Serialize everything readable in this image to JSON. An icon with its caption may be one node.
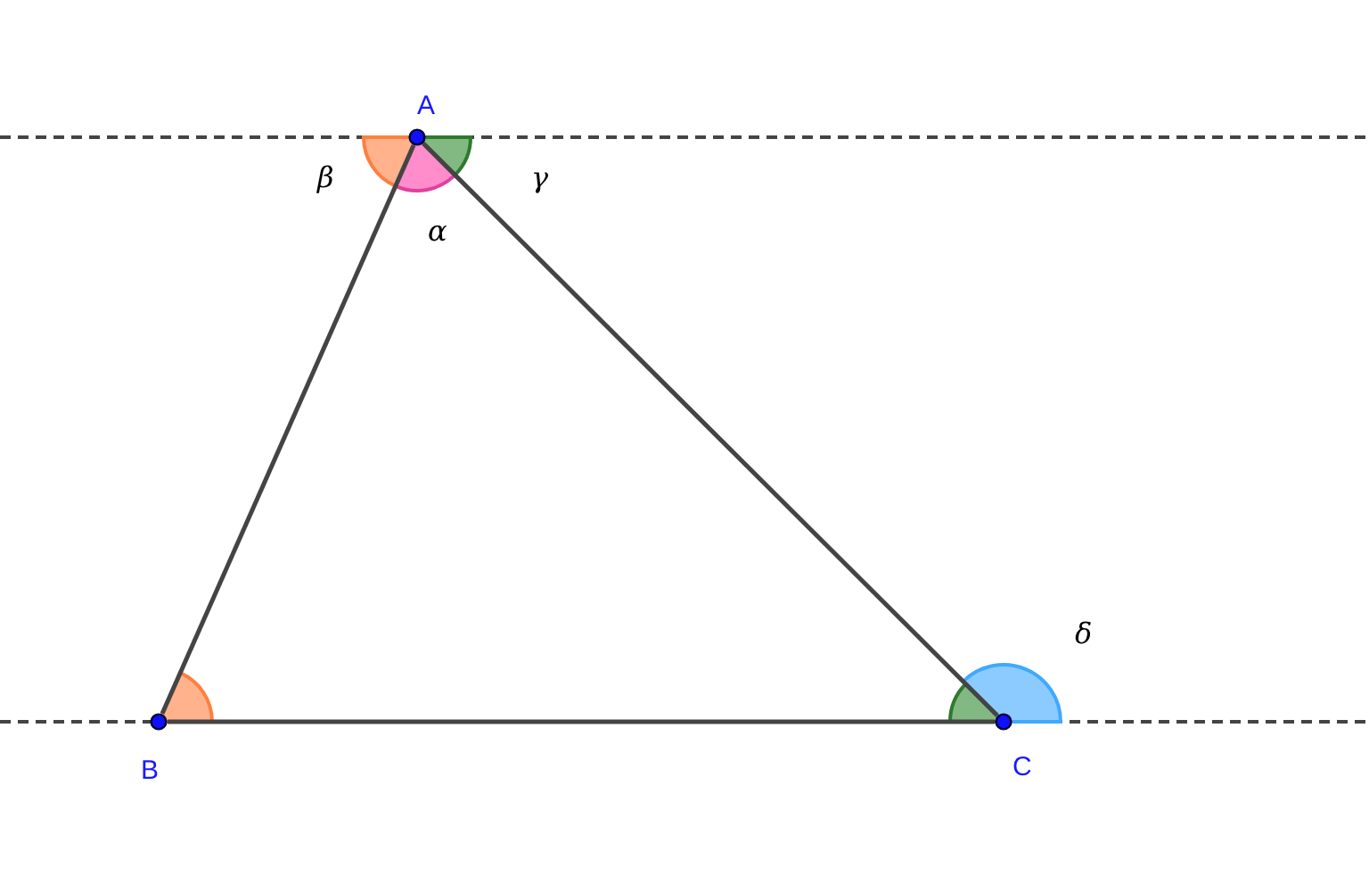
{
  "diagram": {
    "nodes": [
      {
        "text": [],
        "shape": "circle",
        "beside": [
          "A"
        ]
      },
      {
        "text": [],
        "shape": "circle",
        "beside": [
          "B"
        ]
      },
      {
        "text": [],
        "shape": "circle",
        "beside": [
          "C"
        ]
      }
    ],
    "edges": [
      {
        "from": 0,
        "to": 1,
        "arrow": "none"
      },
      {
        "from": 1,
        "to": 2,
        "arrow": "none"
      },
      {
        "from": 2,
        "to": 0,
        "arrow": "none"
      }
    ],
    "labels": [
      "β",
      "γ",
      "α",
      "δ"
    ]
  }
}
